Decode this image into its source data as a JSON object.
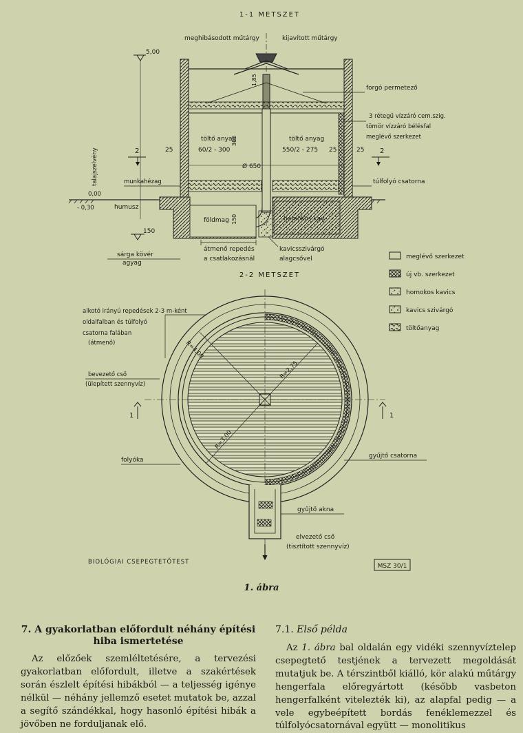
{
  "diagram": {
    "section_1_title": "1-1 METSZET",
    "section_2_title": "2-2 METSZET",
    "section1_labels": {
      "damaged_structure": "meghibásodott műtárgy",
      "repaired_structure": "kijavított műtárgy",
      "level_top": "5,00",
      "dim_185": "1,85",
      "rotating_sprayer": "forgó permetező",
      "waterproof_1": "3 rétegű vízzáró cem.szig.",
      "waterproof_2": "tömör vízzáró bélésfal",
      "existing_structure": "meglévő szerkezet",
      "fill_left": "töltő anyag",
      "fill_left_size": "60/2 - 300",
      "fill_right": "töltő anyag",
      "fill_right_size": "550/2 - 275",
      "dim_300": "300",
      "dim_25_left": "25",
      "dim_25_right": "25",
      "dim_25_far": "25",
      "diam_650": "Ø 650",
      "section_mark_2_left": "2",
      "section_mark_2_right": "2",
      "soil_profile": "talajszelvény",
      "work_joint": "munkahézag",
      "overflow_channel": "túlfolyó csatorna",
      "level_zero": "0,00",
      "level_030": "- 0,30",
      "humus": "humusz",
      "soil_core": "földmag",
      "dim_150": "150",
      "sandy_gravel": "homokos kav.",
      "level_150": "150",
      "transition_crack_1": "átmenő repedés",
      "transition_crack_2": "a csatlakozásnál",
      "gravel_drain_1": "kavicsszivárgó",
      "gravel_drain_2": "alagcsővel",
      "yellow_gravel": "sárga kövér",
      "clay": "agyag"
    },
    "legend": [
      {
        "pattern": "empty",
        "label": "meglévő szerkezet"
      },
      {
        "pattern": "crosshatch",
        "label": "új vb. szerkezet"
      },
      {
        "pattern": "dots",
        "label": "homokos kavics"
      },
      {
        "pattern": "drain",
        "label": "kavics szivárgó"
      },
      {
        "pattern": "fill",
        "label": "töltőanyag"
      }
    ],
    "section2_labels": {
      "cracks_1": "alkotó irányú repedések 2-3 m-ként",
      "cracks_2": "oldalfalban és túlfolyó",
      "cracks_3": "csatorna falában",
      "cracks_4": "(átmenő)",
      "radius_1": "R=4,00",
      "radius_2": "R=2,75",
      "radius_3": "R=3,00",
      "inlet_pipe": "bevezető cső",
      "inlet_pipe_sub": "(ülepített szennyvíz)",
      "mark_1_left": "1",
      "mark_1_right": "1",
      "flume": "folyóka",
      "collector_channel": "gyűjtő csatorna",
      "collector_well": "gyűjtő akna",
      "outlet_pipe": "elvezető cső",
      "outlet_pipe_sub": "(tisztított szennyvíz)",
      "title": "BIOLÓGIAI CSEPEGTETŐTEST",
      "standard": "MSZ 30/1"
    }
  },
  "figure_caption": "1. ábra",
  "article": {
    "left_heading_line1": "7. A gyakorlatban előfordult néhány építési",
    "left_heading_line2": "hiba ismertetése",
    "left_body": "Az előzőek szemléltetésére, a tervezési gyakorlatban előfordult, illetve a szakértések során észlelt építési hibákból — a teljesség igénye nélkül — néhány jellemző esetet mutatok be, azzal a segítő szándékkal, hogy hasonló építési hibák a jövőben ne forduljanak elő.",
    "right_heading_num": "7.1.",
    "right_heading_title": "Első példa",
    "right_body_pre": "Az ",
    "right_body_ref": "1. ábra",
    "right_body_post": " bal oldalán egy vidéki szennyvíztelep csepegtető testjének a tervezett megoldását mutatjuk be. A térszintből kiálló, kör alakú műtárgy hengerfala előregyártott (később vasbeton hengerfalként vitelezték ki), az alapfal pedig — a vele egybeépített bordás fenéklemezzel és túlfolyócsatornával együtt — monolitikus"
  }
}
